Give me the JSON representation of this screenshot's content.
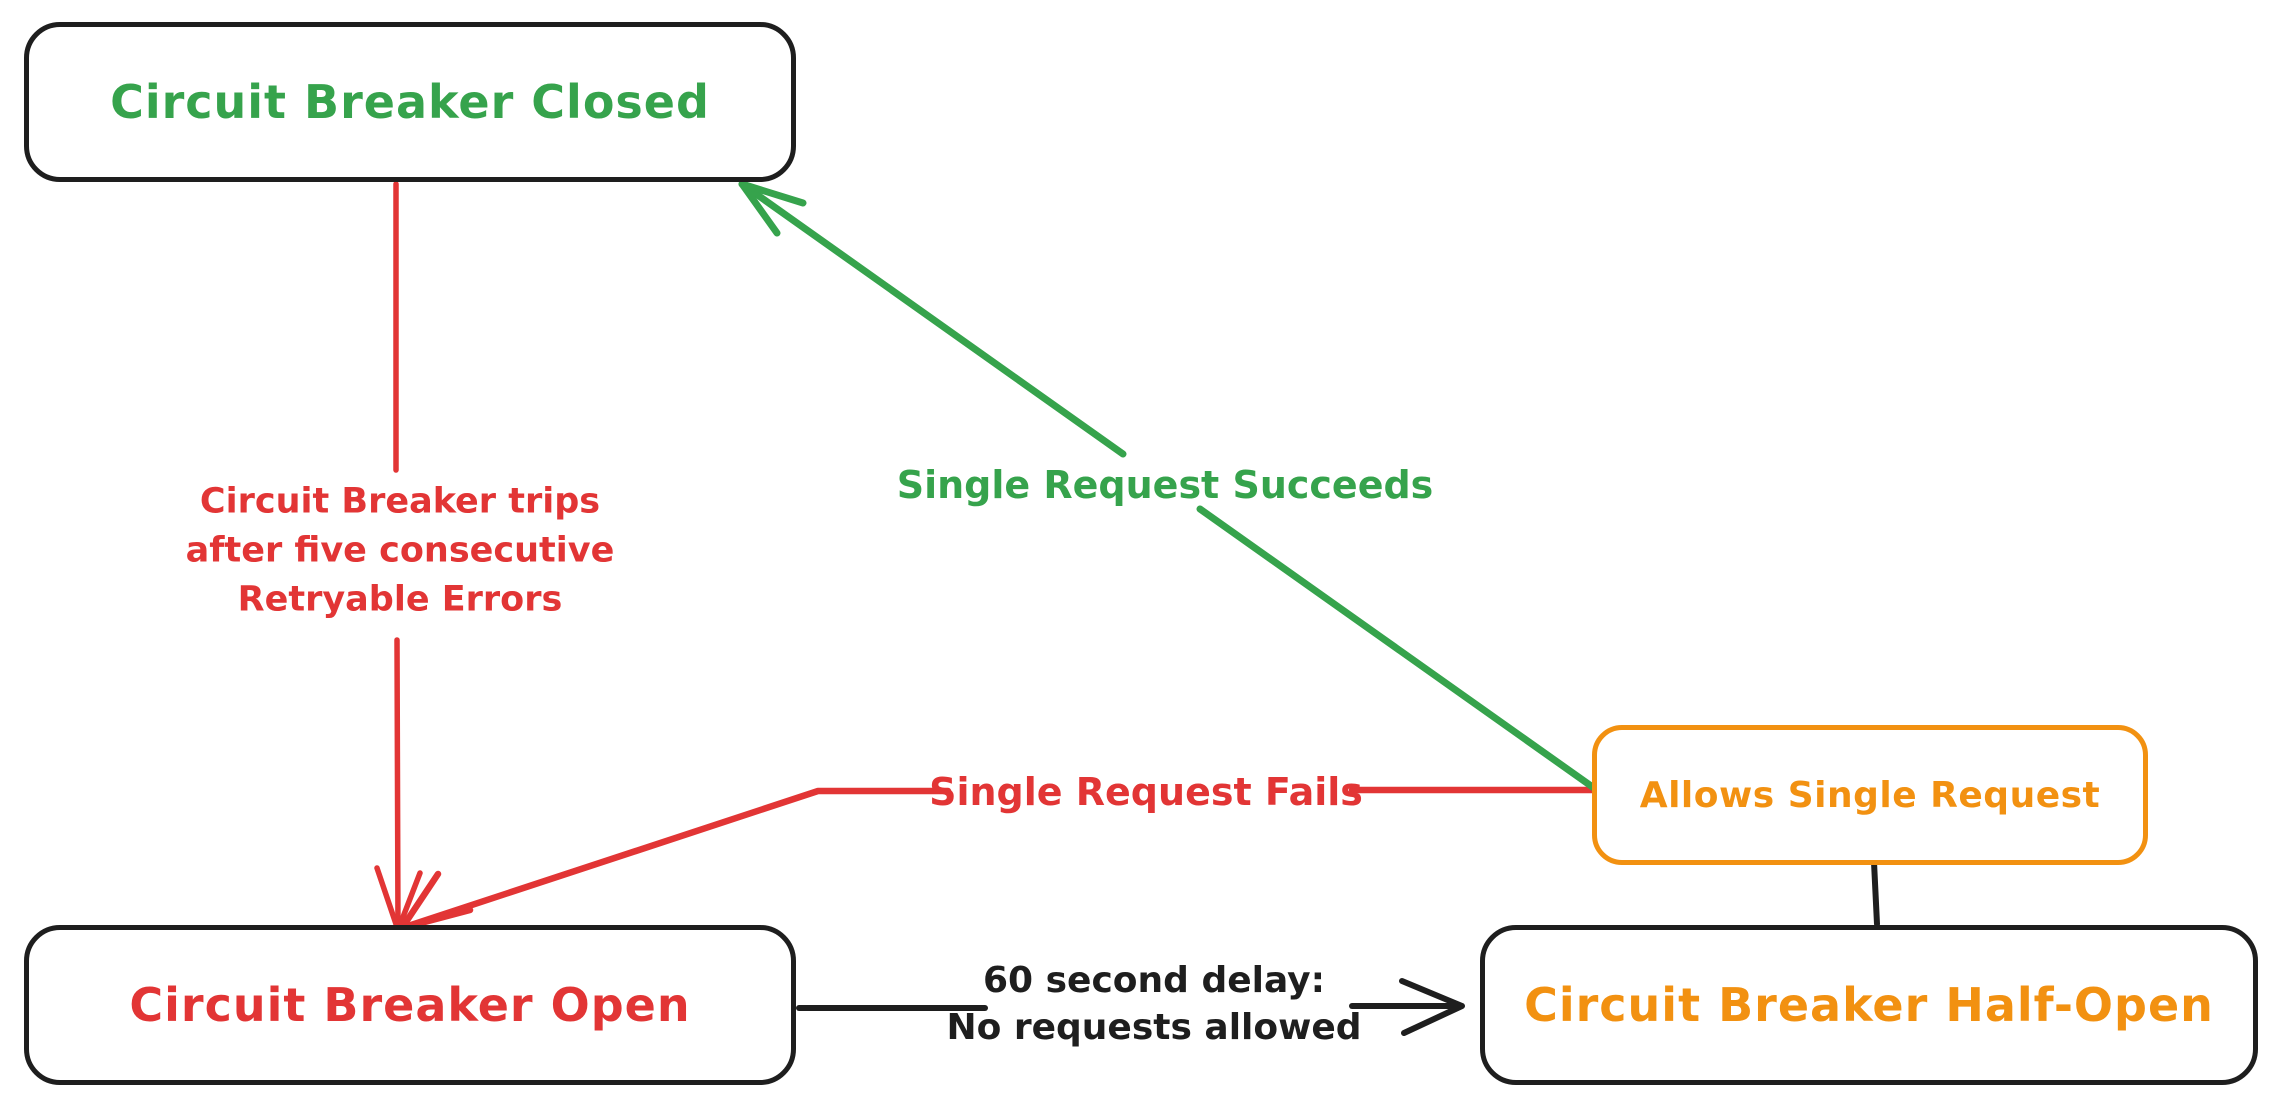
{
  "nodes": {
    "closed": {
      "label": "Circuit Breaker Closed"
    },
    "open": {
      "label": "Circuit Breaker Open"
    },
    "half_open": {
      "label": "Circuit Breaker Half-Open"
    },
    "allows": {
      "label": "Allows Single Request"
    }
  },
  "edges": {
    "closed_to_open": {
      "label_lines": [
        "Circuit Breaker trips",
        "after five consecutive",
        "Retryable Errors"
      ]
    },
    "allows_to_closed": {
      "label": "Single Request Succeeds"
    },
    "allows_to_open": {
      "label": "Single Request Fails"
    },
    "open_to_half_open": {
      "label_lines": [
        "60 second delay:",
        "No requests allowed"
      ]
    }
  },
  "colors": {
    "background": "#ffffff",
    "ink": "#1e1e1e",
    "red": "#e23535",
    "green": "#36a34c",
    "orange": "#f29111"
  }
}
